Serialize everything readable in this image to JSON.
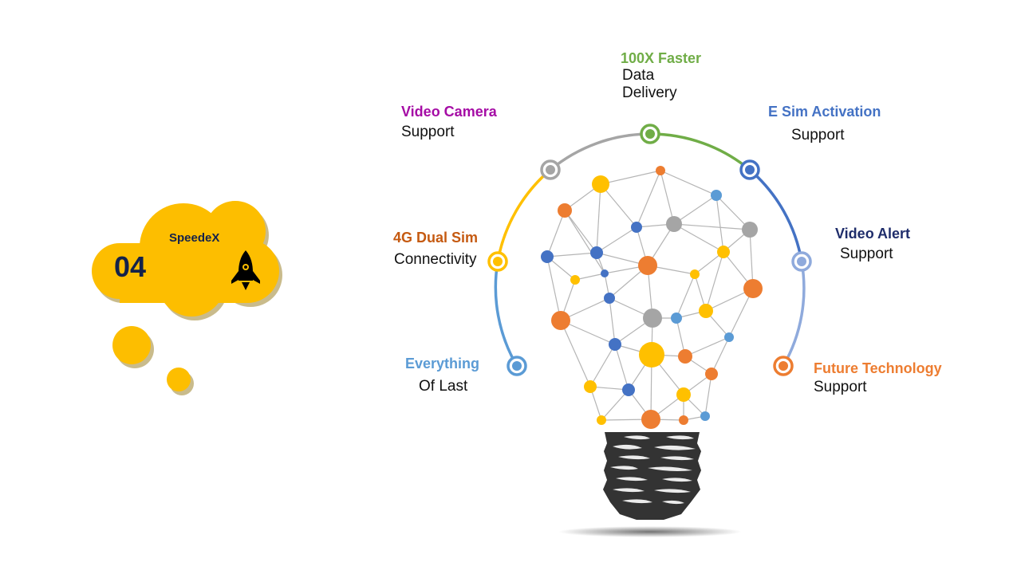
{
  "cloud": {
    "title": "SpeedeX",
    "number": "04",
    "icon": "rocket-icon",
    "color": "#FDBE00"
  },
  "features": [
    {
      "id": "speed",
      "title": "100X Faster",
      "subtitle_lines": [
        "Data",
        "Delivery"
      ],
      "title_color": "#70AD47",
      "node_color": "#70AD47"
    },
    {
      "id": "camera",
      "title": "Video Camera",
      "subtitle_lines": [
        "Support"
      ],
      "title_color": "#A50CA5",
      "node_color": "#A5A5A5"
    },
    {
      "id": "esim",
      "title": "E Sim Activation",
      "subtitle_lines": [
        "Support"
      ],
      "title_color": "#4472C4",
      "node_color": "#4472C4"
    },
    {
      "id": "dualsim",
      "title": "4G Dual Sim",
      "subtitle_lines": [
        "Connectivity"
      ],
      "title_color": "#C55A11",
      "node_color": "#FFC000"
    },
    {
      "id": "alert",
      "title": "Video Alert",
      "subtitle_lines": [
        "Support"
      ],
      "title_color": "#1F2D6B",
      "node_color": "#8FAADC"
    },
    {
      "id": "everything",
      "title": "Everything",
      "subtitle_lines": [
        "Of Last"
      ],
      "title_color": "#5B9BD5",
      "node_color": "#5B9BD5"
    },
    {
      "id": "future",
      "title": "Future Technology",
      "subtitle_lines": [
        "Support"
      ],
      "title_color": "#ED7D31",
      "node_color": "#ED7D31"
    }
  ],
  "bulb": {
    "network_colors": [
      "#FFC000",
      "#ED7D31",
      "#4472C4",
      "#A5A5A5",
      "#5B9BD5"
    ],
    "base_color": "#333333"
  }
}
